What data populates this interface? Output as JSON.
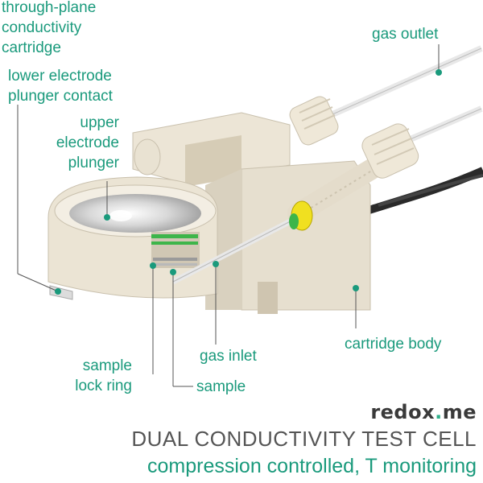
{
  "labels": {
    "cartridge": "through-plane\nconductivity\ncartridge",
    "lower_electrode": "lower electrode\nplunger contact",
    "upper_electrode": "upper\nelectrode\nplunger",
    "gas_outlet": "gas outlet",
    "cartridge_body": "cartridge body",
    "gas_inlet": "gas inlet",
    "lock_ring": "sample\nlock ring",
    "sample": "sample"
  },
  "brand": {
    "prefix": "redox",
    "dot": ".",
    "suffix": "me"
  },
  "title": "DUAL CONDUCTIVITY TEST CELL",
  "subtitle": "compression controlled, T monitoring",
  "colors": {
    "accent": "#1a9a7c",
    "body": "#e4dccb",
    "ring_green": "#3db54a",
    "fitting_yellow": "#f0e020",
    "title_gray": "#555555"
  }
}
